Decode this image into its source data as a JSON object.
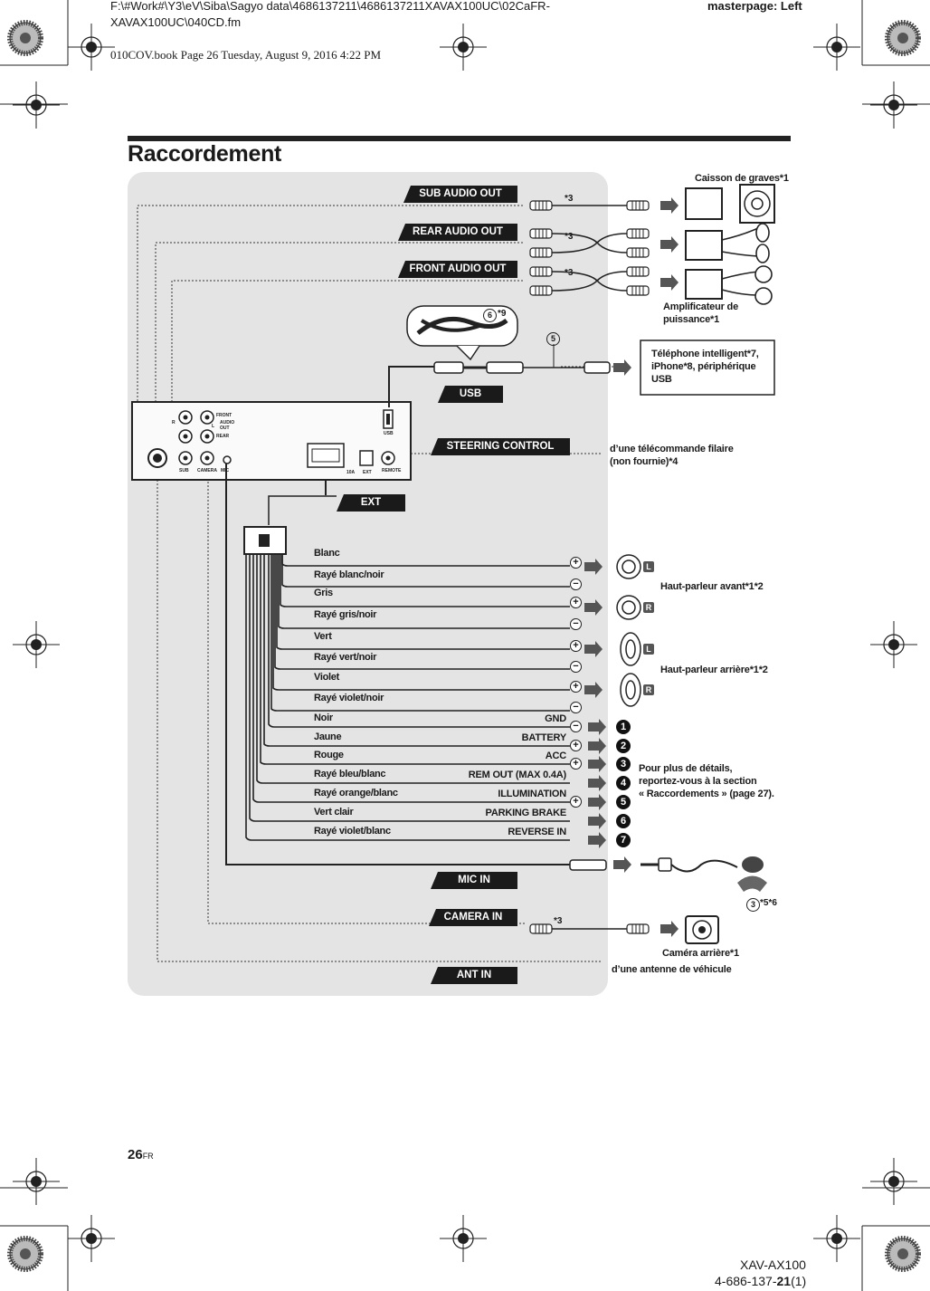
{
  "header": {
    "path_line1": "F:\\#Work#\\Y3\\eV\\Siba\\Sagyo data\\4686137211\\4686137211XAVAX100UC\\02CaFR-",
    "path_line2": "XAVAX100UC\\040CD.fm",
    "masterpage": "masterpage: Left",
    "book_line": "010COV.book  Page 26  Tuesday, August 9, 2016  4:22 PM"
  },
  "page_title": "Raccordement",
  "tags": {
    "sub_audio_out": "SUB AUDIO OUT",
    "rear_audio_out": "REAR AUDIO OUT",
    "front_audio_out": "FRONT AUDIO OUT",
    "usb": "USB",
    "steering_control": "STEERING CONTROL",
    "ext": "EXT",
    "mic_in": "MIC IN",
    "camera_in": "CAMERA IN",
    "ant_in": "ANT IN"
  },
  "notes": {
    "n3a": "*3",
    "n3b": "*3",
    "n3c": "*3",
    "n9": "*9",
    "n3d": "*3",
    "n56": "*5*6",
    "circ6": "6",
    "circ5": "5",
    "circ3": "3"
  },
  "labels": {
    "subwoofer": "Caisson de graves*1",
    "amplifier": "Amplificateur de\npuissance*1",
    "phone": "Téléphone intelligent*7,\niPhone*8, périphérique\nUSB",
    "remote": "d’une télécommande filaire\n(non fournie)*4",
    "front_speaker": "Haut-parleur avant*1*2",
    "rear_speaker": "Haut-parleur arrière*1*2",
    "details": "Pour plus de détails,\nreportez-vous à la section\n« Raccordements » (page 27).",
    "camera": "Caméra arrière*1",
    "antenna": "d’une antenne de véhicule"
  },
  "panel": {
    "front": "FRONT",
    "audio_out": "AUDIO\nOUT",
    "rear": "REAR",
    "r": "R",
    "l": "L",
    "sub": "SUB",
    "camera": "CAMERA",
    "mic": "MIC",
    "usb": "USB",
    "fuse": "10A",
    "ext": "EXT",
    "remote": "REMOTE"
  },
  "speaker_wires": [
    {
      "color": "Blanc",
      "pol": "+"
    },
    {
      "color": "Rayé blanc/noir",
      "pol": "−"
    },
    {
      "color": "Gris",
      "pol": "+"
    },
    {
      "color": "Rayé gris/noir",
      "pol": "−"
    },
    {
      "color": "Vert",
      "pol": "+"
    },
    {
      "color": "Rayé vert/noir",
      "pol": "−"
    },
    {
      "color": "Violet",
      "pol": "+"
    },
    {
      "color": "Rayé violet/noir",
      "pol": "−"
    }
  ],
  "speaker_sides": [
    "L",
    "R",
    "L",
    "R"
  ],
  "power_wires": [
    {
      "color": "Noir",
      "func": "GND",
      "pol": "−",
      "num": "1"
    },
    {
      "color": "Jaune",
      "func": "BATTERY",
      "pol": "+",
      "num": "2"
    },
    {
      "color": "Rouge",
      "func": "ACC",
      "pol": "+",
      "num": "3"
    },
    {
      "color": "Rayé bleu/blanc",
      "func": "REM OUT (MAX 0.4A)",
      "pol": "",
      "num": "4"
    },
    {
      "color": "Rayé orange/blanc",
      "func": "ILLUMINATION",
      "pol": "+",
      "num": "5"
    },
    {
      "color": "Vert clair",
      "func": "PARKING BRAKE",
      "pol": "",
      "num": "6"
    },
    {
      "color": "Rayé violet/blanc",
      "func": "REVERSE IN",
      "pol": "",
      "num": "7"
    }
  ],
  "footer": {
    "page_num": "26",
    "page_suffix": "FR",
    "model": "XAV-AX100",
    "part": "4-686-137-",
    "part_bold": "21",
    "part_rev": "(1)"
  }
}
